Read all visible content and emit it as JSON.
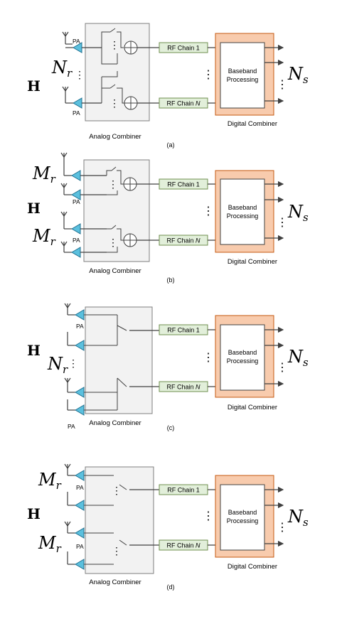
{
  "colors": {
    "analog_box_fill": "#f2f2f2",
    "analog_box_stroke": "#7f7f7f",
    "rf_fill": "#e2efda",
    "rf_stroke": "#6f8f4f",
    "bb_outer_fill": "#f8cbad",
    "bb_outer_stroke": "#c55a11",
    "bb_inner_fill": "#ffffff",
    "pa_fill": "#5bc0de",
    "pa_stroke": "#1f6f8f",
    "line": "#404040"
  },
  "common": {
    "rf_chain_1": "RF Chain 1",
    "rf_chain_n_prefix": "RF Chain ",
    "rf_chain_n_italic": "N",
    "baseband_line1": "Baseband",
    "baseband_line2": "Processing",
    "digital_combiner": "Digital Combiner",
    "analog_combiner": "Analog Combiner",
    "pa": "PA",
    "vdots": "⋮"
  },
  "panels": [
    {
      "id": "a",
      "caption": "(a)",
      "channel_label": "H",
      "antenna_label_main": "N",
      "antenna_label_sub": "r",
      "streams_main": "N",
      "streams_sub": "s",
      "type": "phase-shifter-full"
    },
    {
      "id": "b",
      "caption": "(b)",
      "channel_label": "H",
      "antenna_label_main": "M",
      "antenna_label_sub": "r",
      "streams_main": "N",
      "streams_sub": "s",
      "type": "phase-shifter-partial"
    },
    {
      "id": "c",
      "caption": "(c)",
      "channel_label": "H",
      "antenna_label_main": "N",
      "antenna_label_sub": "r",
      "streams_main": "N",
      "streams_sub": "s",
      "type": "switch-full"
    },
    {
      "id": "d",
      "caption": "(d)",
      "channel_label": "H",
      "antenna_label_main": "M",
      "antenna_label_sub": "r",
      "streams_main": "N",
      "streams_sub": "s",
      "type": "switch-partial"
    }
  ]
}
